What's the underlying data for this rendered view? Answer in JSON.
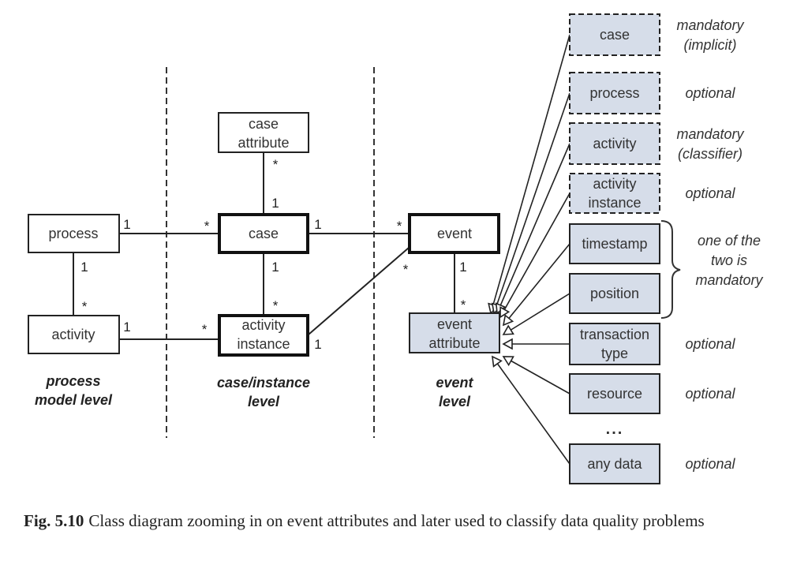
{
  "classes": {
    "process": "process",
    "activity": "activity",
    "case_attribute": [
      "case",
      "attribute"
    ],
    "case": "case",
    "activity_instance": [
      "activity",
      "instance"
    ],
    "event": "event",
    "event_attribute": [
      "event",
      "attribute"
    ]
  },
  "multiplicities": {
    "process_case_process": "1",
    "process_case_case": "*",
    "process_activity_process": "1",
    "process_activity_activity": "*",
    "activity_ai_activity": "1",
    "activity_ai_ai": "*",
    "caseattr_case_attr": "*",
    "caseattr_case_case": "1",
    "case_ai_case": "1",
    "case_ai_ai": "*",
    "case_event_case": "1",
    "case_event_event": "*",
    "ai_event_ai": "1",
    "ai_event_event": "*",
    "event_eattr_event": "1",
    "event_eattr_attr": "*"
  },
  "levels": {
    "process_model": [
      "process",
      "model level"
    ],
    "case_instance": [
      "case/instance",
      "level"
    ],
    "event": [
      "event",
      "level"
    ]
  },
  "attributes": [
    {
      "label": [
        "case"
      ],
      "style": "dashed",
      "note": [
        "mandatory",
        "(implicit)"
      ]
    },
    {
      "label": [
        "process"
      ],
      "style": "dashed",
      "note": [
        "optional"
      ]
    },
    {
      "label": [
        "activity"
      ],
      "style": "dashed",
      "note": [
        "mandatory",
        "(classifier)"
      ]
    },
    {
      "label": [
        "activity",
        "instance"
      ],
      "style": "dashed",
      "note": [
        "optional"
      ]
    },
    {
      "label": [
        "timestamp"
      ],
      "style": "solid",
      "note": []
    },
    {
      "label": [
        "position"
      ],
      "style": "solid",
      "note": []
    },
    {
      "label": [
        "transaction",
        "type"
      ],
      "style": "solid",
      "note": [
        "optional"
      ]
    },
    {
      "label": [
        "resource"
      ],
      "style": "solid",
      "note": [
        "optional"
      ]
    },
    {
      "label": [
        "any data"
      ],
      "style": "solid",
      "note": [
        "optional"
      ]
    }
  ],
  "brace_note": [
    "one of the",
    "two is",
    "mandatory"
  ],
  "ellipsis": "...",
  "colors": {
    "attribute_fill": "#d6dde9",
    "line": "#222222"
  },
  "caption": {
    "label": "Fig. 5.10",
    "text": "Class diagram zooming in on event attributes and later used to classify data quality problems"
  }
}
